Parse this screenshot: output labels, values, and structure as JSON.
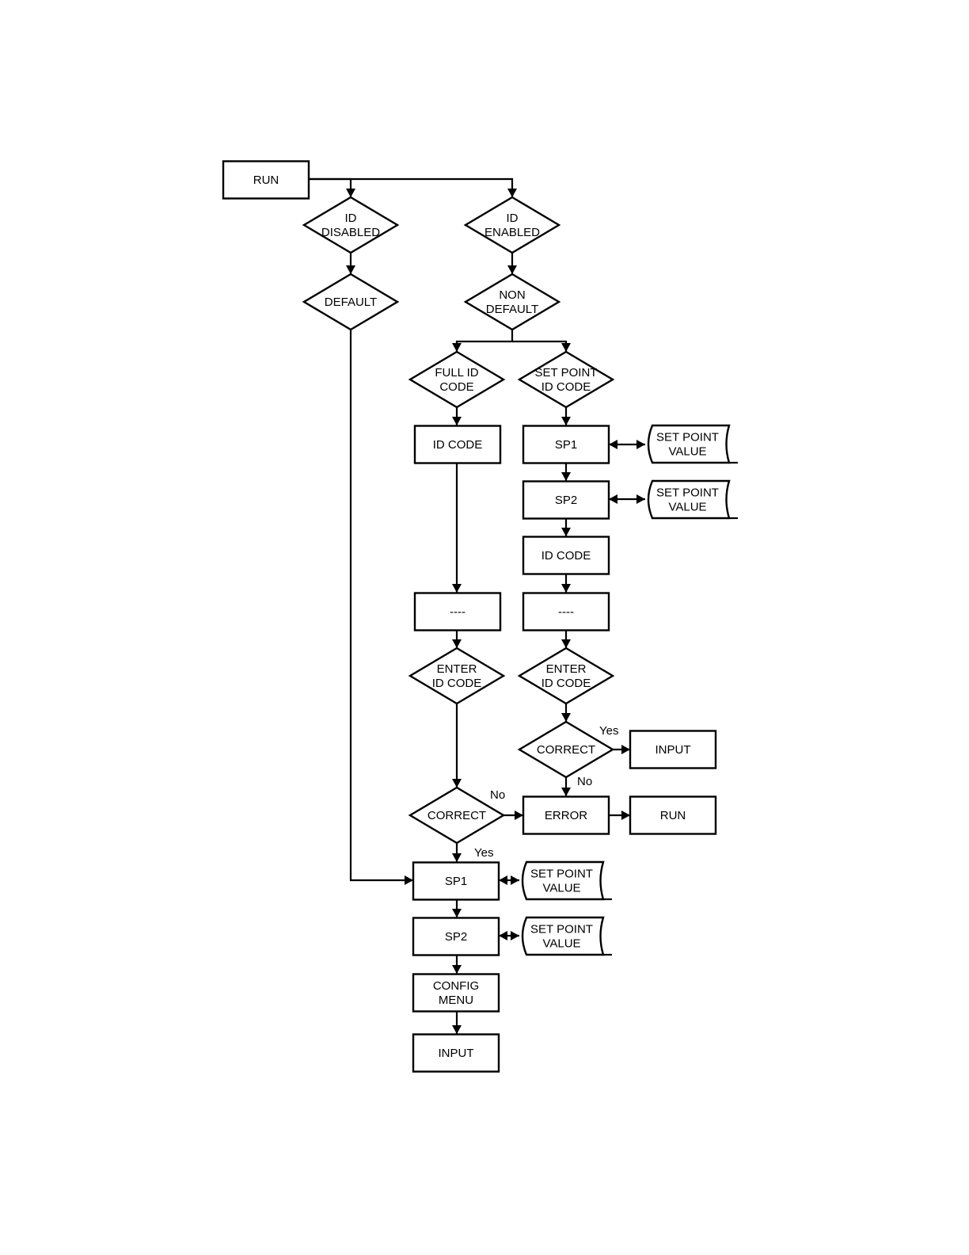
{
  "colors": {
    "line": "#000000",
    "fill": "#ffffff",
    "text": "#000000"
  },
  "nodes": [
    {
      "id": "run_top",
      "shape": "rect",
      "lines": [
        "RUN"
      ]
    },
    {
      "id": "id_disabled",
      "shape": "diamond",
      "lines": [
        "ID",
        "DISABLED"
      ]
    },
    {
      "id": "id_enabled",
      "shape": "diamond",
      "lines": [
        "ID",
        "ENABLED"
      ]
    },
    {
      "id": "default",
      "shape": "diamond",
      "lines": [
        "DEFAULT"
      ]
    },
    {
      "id": "non_default",
      "shape": "diamond",
      "lines": [
        "NON",
        "DEFAULT"
      ]
    },
    {
      "id": "full_id_code",
      "shape": "diamond",
      "lines": [
        "FULL ID",
        "CODE"
      ]
    },
    {
      "id": "sp_id_code",
      "shape": "diamond",
      "lines": [
        "SET POINT",
        "ID CODE"
      ]
    },
    {
      "id": "id_code_l",
      "shape": "rect",
      "lines": [
        "ID CODE"
      ]
    },
    {
      "id": "sp1_r",
      "shape": "rect",
      "lines": [
        "SP1"
      ]
    },
    {
      "id": "spv_r1",
      "shape": "data",
      "lines": [
        "SET POINT",
        "VALUE"
      ]
    },
    {
      "id": "sp2_r",
      "shape": "rect",
      "lines": [
        "SP2"
      ]
    },
    {
      "id": "spv_r2",
      "shape": "data",
      "lines": [
        "SET POINT",
        "VALUE"
      ]
    },
    {
      "id": "id_code_r",
      "shape": "rect",
      "lines": [
        "ID CODE"
      ]
    },
    {
      "id": "dash_l",
      "shape": "rect",
      "lines": [
        "----"
      ]
    },
    {
      "id": "dash_r",
      "shape": "rect",
      "lines": [
        "----"
      ]
    },
    {
      "id": "enter_l",
      "shape": "diamond",
      "lines": [
        "ENTER",
        "ID CODE"
      ]
    },
    {
      "id": "enter_r",
      "shape": "diamond",
      "lines": [
        "ENTER",
        "ID CODE"
      ]
    },
    {
      "id": "correct_r",
      "shape": "diamond",
      "lines": [
        "CORRECT"
      ]
    },
    {
      "id": "input_r",
      "shape": "rect",
      "lines": [
        "INPUT"
      ]
    },
    {
      "id": "correct_l",
      "shape": "diamond",
      "lines": [
        "CORRECT"
      ]
    },
    {
      "id": "error",
      "shape": "rect",
      "lines": [
        "ERROR"
      ]
    },
    {
      "id": "run_err",
      "shape": "rect",
      "lines": [
        "RUN"
      ]
    },
    {
      "id": "sp1_b",
      "shape": "rect",
      "lines": [
        "SP1"
      ]
    },
    {
      "id": "spv_b1",
      "shape": "data",
      "lines": [
        "SET POINT",
        "VALUE"
      ]
    },
    {
      "id": "sp2_b",
      "shape": "rect",
      "lines": [
        "SP2"
      ]
    },
    {
      "id": "spv_b2",
      "shape": "data",
      "lines": [
        "SET POINT",
        "VALUE"
      ]
    },
    {
      "id": "config_menu",
      "shape": "rect",
      "lines": [
        "CONFIG",
        "MENU"
      ]
    },
    {
      "id": "input_b",
      "shape": "rect",
      "lines": [
        "INPUT"
      ]
    }
  ],
  "edges": [
    {
      "from": "run_top",
      "to": "id_disabled"
    },
    {
      "from": "run_top",
      "to": "id_enabled"
    },
    {
      "from": "id_disabled",
      "to": "default"
    },
    {
      "from": "id_enabled",
      "to": "non_default"
    },
    {
      "from": "non_default",
      "to": "full_id_code"
    },
    {
      "from": "non_default",
      "to": "sp_id_code"
    },
    {
      "from": "full_id_code",
      "to": "id_code_l"
    },
    {
      "from": "sp_id_code",
      "to": "sp1_r"
    },
    {
      "from": "sp1_r",
      "to": "spv_r1",
      "bidirectional": true
    },
    {
      "from": "sp1_r",
      "to": "sp2_r"
    },
    {
      "from": "sp2_r",
      "to": "spv_r2",
      "bidirectional": true
    },
    {
      "from": "sp2_r",
      "to": "id_code_r"
    },
    {
      "from": "id_code_l",
      "to": "dash_l"
    },
    {
      "from": "id_code_r",
      "to": "dash_r"
    },
    {
      "from": "dash_l",
      "to": "enter_l"
    },
    {
      "from": "dash_r",
      "to": "enter_r"
    },
    {
      "from": "enter_r",
      "to": "correct_r"
    },
    {
      "from": "correct_r",
      "to": "input_r",
      "label": "Yes"
    },
    {
      "from": "correct_r",
      "to": "error",
      "label": "No"
    },
    {
      "from": "enter_l",
      "to": "correct_l"
    },
    {
      "from": "correct_l",
      "to": "error",
      "label": "No"
    },
    {
      "from": "error",
      "to": "run_err"
    },
    {
      "from": "correct_l",
      "to": "sp1_b",
      "label": "Yes"
    },
    {
      "from": "default",
      "to": "sp1_b"
    },
    {
      "from": "sp1_b",
      "to": "spv_b1",
      "bidirectional": true
    },
    {
      "from": "sp1_b",
      "to": "sp2_b"
    },
    {
      "from": "sp2_b",
      "to": "spv_b2",
      "bidirectional": true
    },
    {
      "from": "sp2_b",
      "to": "config_menu"
    },
    {
      "from": "config_menu",
      "to": "input_b"
    }
  ]
}
